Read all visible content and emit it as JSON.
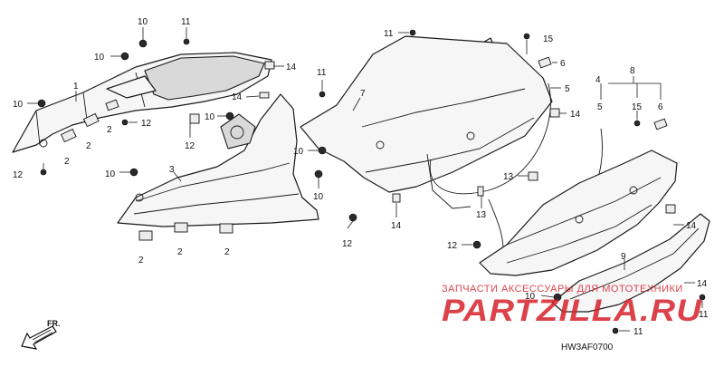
{
  "diagram": {
    "callouts": [
      {
        "id": "c10a",
        "label": "10"
      },
      {
        "id": "c11a",
        "label": "11"
      },
      {
        "id": "c10b",
        "label": "10"
      },
      {
        "id": "c14a",
        "label": "14"
      },
      {
        "id": "c1",
        "label": "1"
      },
      {
        "id": "c10c",
        "label": "10"
      },
      {
        "id": "c12a",
        "label": "12"
      },
      {
        "id": "c2a",
        "label": "2"
      },
      {
        "id": "c2b",
        "label": "2"
      },
      {
        "id": "c2c",
        "label": "2"
      },
      {
        "id": "c14b",
        "label": "14"
      },
      {
        "id": "c10d",
        "label": "10"
      },
      {
        "id": "c12b",
        "label": "12"
      },
      {
        "id": "c12c",
        "label": "12"
      },
      {
        "id": "c3",
        "label": "3"
      },
      {
        "id": "c10e",
        "label": "10"
      },
      {
        "id": "c2d",
        "label": "2"
      },
      {
        "id": "c2e",
        "label": "2"
      },
      {
        "id": "c2f",
        "label": "2"
      },
      {
        "id": "c11b",
        "label": "11"
      },
      {
        "id": "c7",
        "label": "7"
      },
      {
        "id": "c10f",
        "label": "10"
      },
      {
        "id": "c10g",
        "label": "10"
      },
      {
        "id": "c12d",
        "label": "12"
      },
      {
        "id": "c11c",
        "label": "11"
      },
      {
        "id": "c15a",
        "label": "15"
      },
      {
        "id": "c6a",
        "label": "6"
      },
      {
        "id": "c5a",
        "label": "5"
      },
      {
        "id": "c14c",
        "label": "14"
      },
      {
        "id": "c13a",
        "label": "13"
      },
      {
        "id": "c14d",
        "label": "14"
      },
      {
        "id": "c13b",
        "label": "13"
      },
      {
        "id": "c8",
        "label": "8"
      },
      {
        "id": "c4",
        "label": "4"
      },
      {
        "id": "c5b",
        "label": "5"
      },
      {
        "id": "c15b",
        "label": "15"
      },
      {
        "id": "c6b",
        "label": "6"
      },
      {
        "id": "c14e",
        "label": "14"
      },
      {
        "id": "c12e",
        "label": "12"
      },
      {
        "id": "c9",
        "label": "9"
      },
      {
        "id": "c14f",
        "label": "14"
      },
      {
        "id": "c10h",
        "label": "10"
      },
      {
        "id": "c11d",
        "label": "11"
      },
      {
        "id": "c11e",
        "label": "11"
      }
    ],
    "direction_label": "FR.",
    "drawing_code": "HW3AF0700"
  },
  "watermark": {
    "caption": "ЗАПЧАСТИ АКСЕССУАРЫ ДЛЯ МОТОТЕХНИКИ",
    "brand": "PARTZILLA.RU",
    "color": "#d6222b"
  }
}
